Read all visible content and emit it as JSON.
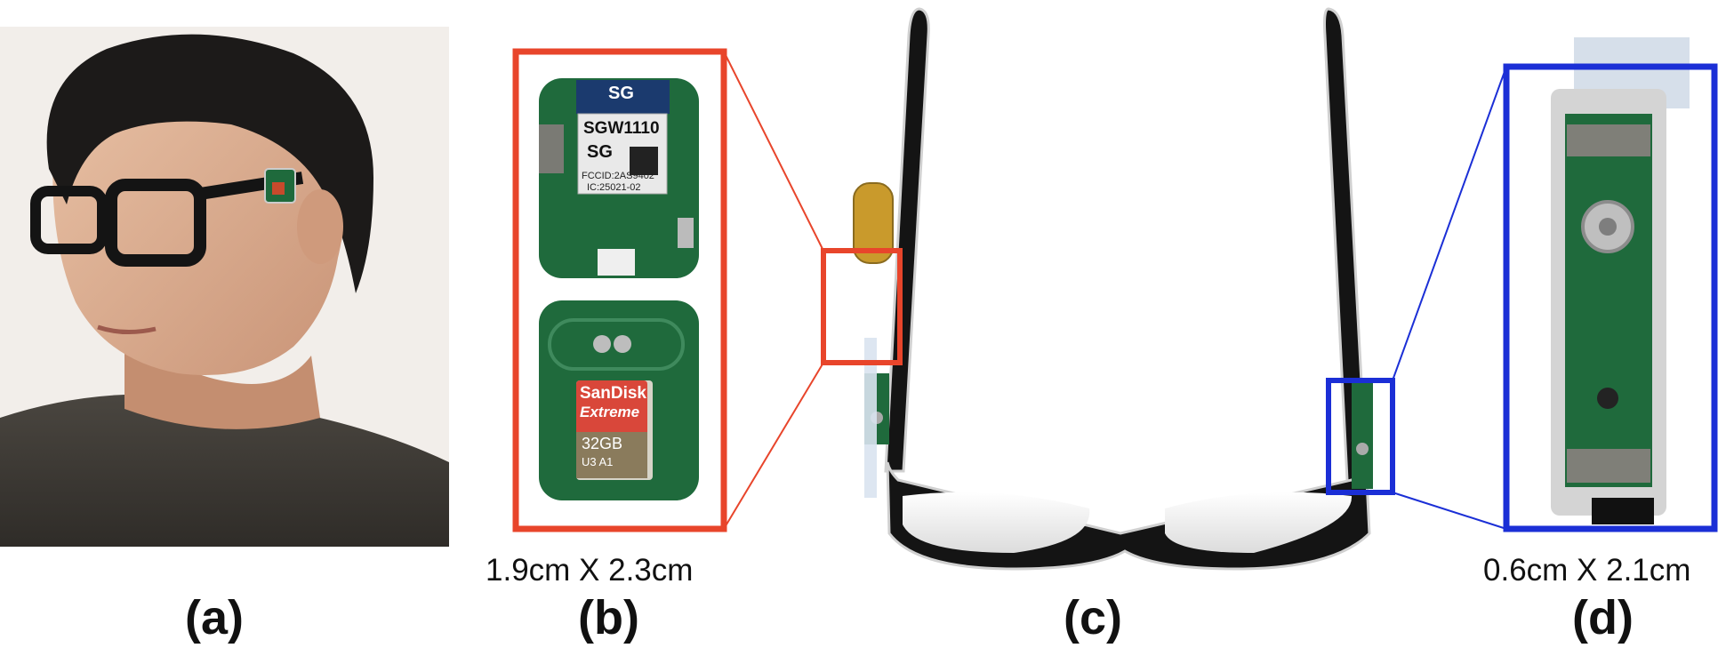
{
  "labels": {
    "a": "(a)",
    "b": "(b)",
    "c": "(c)",
    "d": "(d)"
  },
  "dimensions": {
    "b": "1.9cm X 2.3cm",
    "d": "0.6cm X 2.1cm"
  },
  "board_text": {
    "module": "SGW1110",
    "brand_top": "SG",
    "brand_mid": "SG",
    "fcc": "FCCID:2AS9402",
    "ic": "IC:25021-02",
    "sd_brand": "SanDisk",
    "sd_line": "Extreme",
    "sd_size": "32GB",
    "sd_class": "U3 A1"
  },
  "colors": {
    "left_highlight": "#e8452b",
    "right_highlight": "#1b2fd6",
    "pcb": "#1f6a3c"
  }
}
